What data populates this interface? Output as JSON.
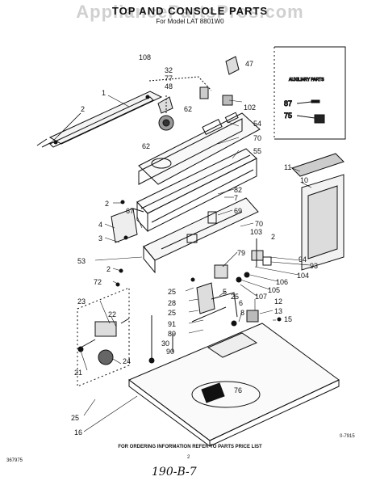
{
  "header": {
    "title": "TOP AND CONSOLE PARTS",
    "subtitle": "For Model LAT 8801W0",
    "watermark": "AppliancePartsPros.com"
  },
  "auxiliary": {
    "title": "AUXILIARY PARTS",
    "callouts": [
      "87",
      "75"
    ]
  },
  "callouts": {
    "c108": "108",
    "c47": "47",
    "c32": "32",
    "c77": "77",
    "c48": "48",
    "c1": "1",
    "c2a": "2",
    "c62a": "62",
    "c102": "102",
    "c62b": "62",
    "c54": "54",
    "c70a": "70",
    "c55": "55",
    "c11": "11",
    "c10": "10",
    "c2b": "2",
    "c82": "82",
    "c7": "7",
    "c67": "67",
    "c69": "69",
    "c4": "4",
    "c70b": "70",
    "c103": "103",
    "c3": "3",
    "c2c": "2",
    "c94": "94",
    "c53": "53",
    "c93": "93",
    "c2d": "2",
    "c79": "79",
    "c104": "104",
    "c72": "72",
    "c106": "106",
    "c105": "105",
    "c25a": "25",
    "c107": "107",
    "c25b": "25",
    "c28": "28",
    "c5": "5",
    "c12": "12",
    "c25c": "25",
    "c6": "6",
    "c13": "13",
    "c23": "23",
    "c8": "8",
    "c15": "15",
    "c22": "22",
    "c91": "91",
    "c89": "89",
    "c30": "30",
    "c90": "90",
    "c21": "21",
    "c24": "24",
    "c76": "76",
    "c25d": "25",
    "c16": "16"
  },
  "footer": {
    "note": "FOR ORDERING INFORMATION REFER TO PARTS PRICE LIST",
    "doc_code": "367975",
    "page_number": "2",
    "drawing_code": "0-7915",
    "handwritten": "190-B-7"
  }
}
